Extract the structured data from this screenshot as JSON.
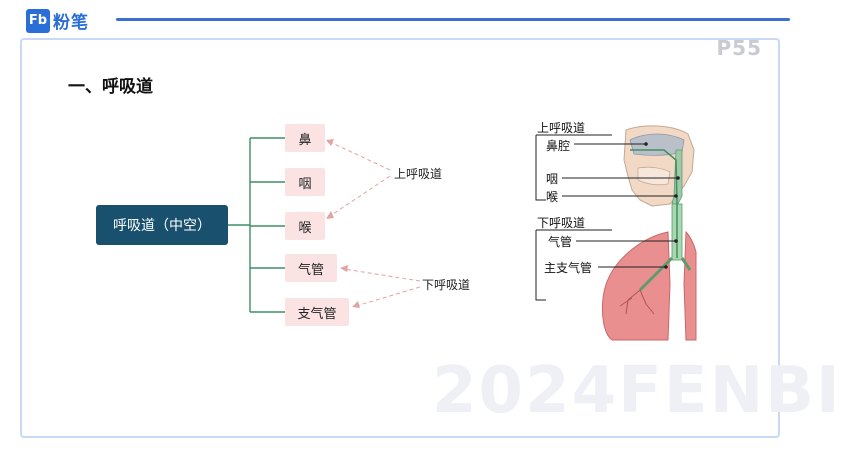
{
  "header": {
    "brand_mark": "Fb",
    "brand_name": "粉笔"
  },
  "page_number": "P55",
  "title": "一、呼吸道",
  "watermark": "2024FENBI",
  "tree": {
    "root": "呼吸道（中空）",
    "leaves": [
      "鼻",
      "咽",
      "喉",
      "气管",
      "支气管"
    ],
    "upper_group_label": "上呼吸道",
    "lower_group_label": "下呼吸道"
  },
  "anatomy": {
    "upper_heading": "上呼吸道",
    "lower_heading": "下呼吸道",
    "labels": [
      "鼻腔",
      "咽",
      "喉",
      "气管",
      "主支气管"
    ]
  },
  "colors": {
    "brand": "#2a6fd8",
    "root_fill": "#19506e",
    "leaf_fill": "#fbe3e3",
    "connector": "#3f8f63",
    "lung": "#ea8f8f",
    "nasal_cavity": "#b9c0ca"
  }
}
